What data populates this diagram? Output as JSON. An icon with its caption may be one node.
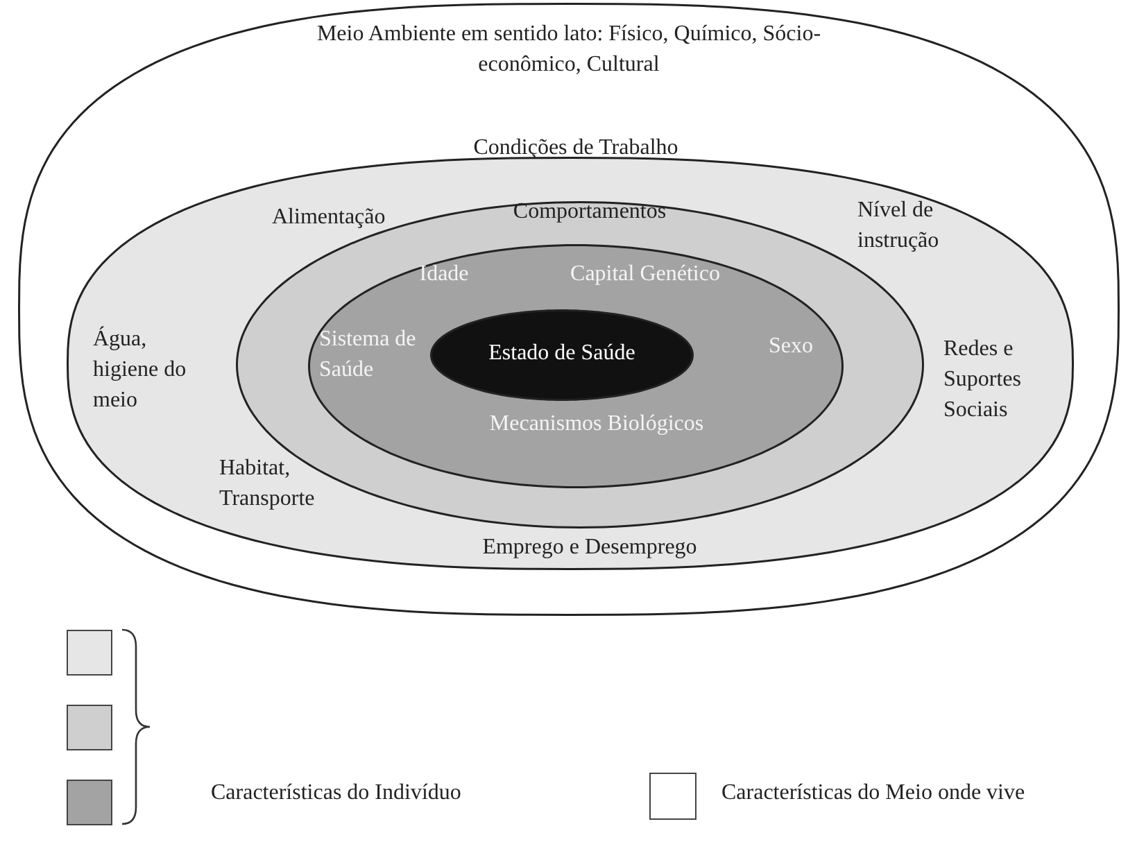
{
  "diagram": {
    "nodes": [
      {
        "text": [
          "Meio Ambiente em sentido lato: Físico, Químico, Sócio-econômico, Cultural"
        ]
      },
      {
        "text": [
          "Condições de Trabalho",
          "Alimentação",
          "Nível de instrução",
          "Água, higiene do meio",
          "Redes e Suportes Sociais",
          "Habitat, Transporte",
          "Emprego e Desemprego"
        ],
        "in": 0
      },
      {
        "text": [
          "Comportamentos"
        ],
        "in": 1
      },
      {
        "text": [
          "Idade",
          "Capital Genético",
          "Sistema de Saúde",
          "Sexo",
          "Mecanismos Biológicos"
        ],
        "in": 2
      },
      {
        "text": [
          "Estado de Saúde"
        ],
        "in": 3
      }
    ],
    "edges": [],
    "legend": [
      {
        "text": "Características do Indivíduo",
        "color": "#cfcfcf"
      },
      {
        "text": "Características do Meio onde vive",
        "color": "#ffffff"
      }
    ]
  }
}
